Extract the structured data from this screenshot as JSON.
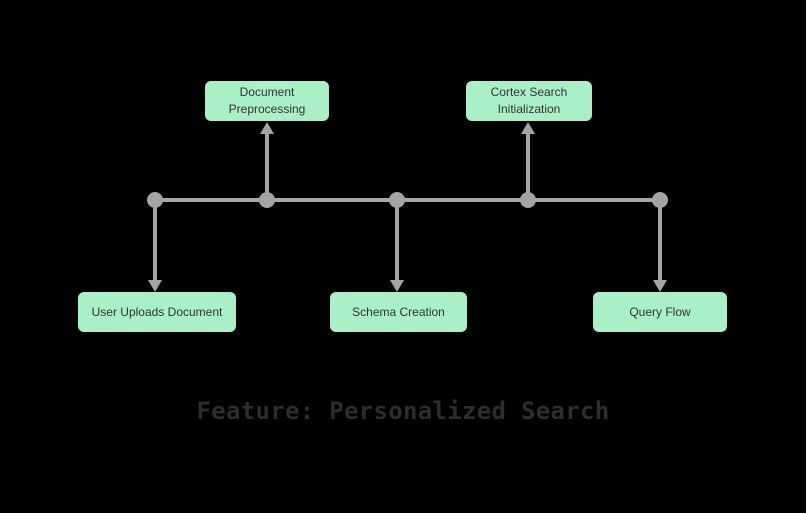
{
  "diagram": {
    "title": "Feature: Personalized Search",
    "nodes": [
      {
        "id": "document-preprocessing",
        "label": "Document Preprocessing",
        "row": "top"
      },
      {
        "id": "cortex-search-initialization",
        "label": "Cortex Search Initialization",
        "row": "top"
      },
      {
        "id": "user-uploads-document",
        "label": "User Uploads Document",
        "row": "bottom"
      },
      {
        "id": "schema-creation",
        "label": "Schema Creation",
        "row": "bottom"
      },
      {
        "id": "query-flow",
        "label": "Query Flow",
        "row": "bottom"
      }
    ],
    "edges": [
      {
        "from": "trunk",
        "to": "document-preprocessing",
        "direction": "up"
      },
      {
        "from": "trunk",
        "to": "cortex-search-initialization",
        "direction": "up"
      },
      {
        "from": "trunk",
        "to": "user-uploads-document",
        "direction": "down"
      },
      {
        "from": "trunk",
        "to": "schema-creation",
        "direction": "down"
      },
      {
        "from": "trunk",
        "to": "query-flow",
        "direction": "down"
      }
    ],
    "colors": {
      "background": "#000000",
      "node_fill": "#a9f0c6",
      "node_text": "#333333",
      "connector": "#a4a4a4",
      "title": "#2d2d2d"
    }
  }
}
